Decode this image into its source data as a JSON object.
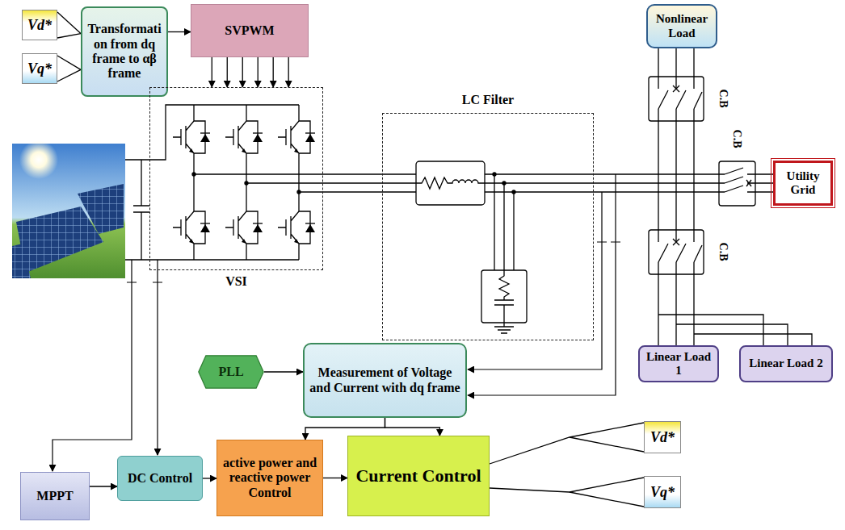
{
  "diagram": {
    "nodes": [
      {
        "text": [
          "Vd*"
        ]
      },
      {
        "text": [
          "Vq*"
        ]
      },
      {
        "text": [
          "Transformation from dq frame to αβ frame"
        ]
      },
      {
        "text": [
          "SVPWM"
        ]
      },
      {
        "text": [
          "Nonlinear Load"
        ]
      },
      {
        "text": [
          "LC Filter"
        ]
      },
      {
        "text": [
          "VSI"
        ]
      },
      {
        "text": [
          "Utility Grid"
        ]
      },
      {
        "text": [
          "PLL"
        ]
      },
      {
        "text": [
          "Measurement of Voltage and Current with dq frame"
        ]
      },
      {
        "text": [
          "Linear Load 1"
        ]
      },
      {
        "text": [
          "Linear Load 2"
        ]
      },
      {
        "text": [
          "Vd*"
        ]
      },
      {
        "text": [
          "MPPT"
        ]
      },
      {
        "text": [
          "DC Control"
        ]
      },
      {
        "text": [
          "active power and reactive power Control"
        ]
      },
      {
        "text": [
          "Current Control"
        ]
      },
      {
        "text": [
          "Vq*"
        ]
      }
    ],
    "edges": [
      {
        "from": 0,
        "to": 2,
        "arrow": "none"
      },
      {
        "from": 1,
        "to": 2,
        "arrow": "none"
      },
      {
        "from": 2,
        "to": 3,
        "arrow": "to"
      },
      {
        "from": 3,
        "to": 6,
        "arrow": "to"
      },
      {
        "from": 6,
        "to": 5,
        "arrow": "none"
      },
      {
        "from": 5,
        "to": 7,
        "arrow": "none"
      },
      {
        "from": 8,
        "to": 9,
        "arrow": "to"
      },
      {
        "from": 13,
        "to": 14,
        "arrow": "to"
      },
      {
        "from": 14,
        "to": 15,
        "arrow": "to"
      },
      {
        "from": 15,
        "to": 16,
        "arrow": "to"
      },
      {
        "from": 9,
        "to": 15,
        "arrow": "to"
      },
      {
        "from": 9,
        "to": 16,
        "arrow": "to"
      },
      {
        "from": 16,
        "to": 12,
        "arrow": "none"
      },
      {
        "from": 16,
        "to": 17,
        "arrow": "none"
      }
    ],
    "labels": [
      "C.B",
      "C.B",
      "C.B"
    ]
  }
}
